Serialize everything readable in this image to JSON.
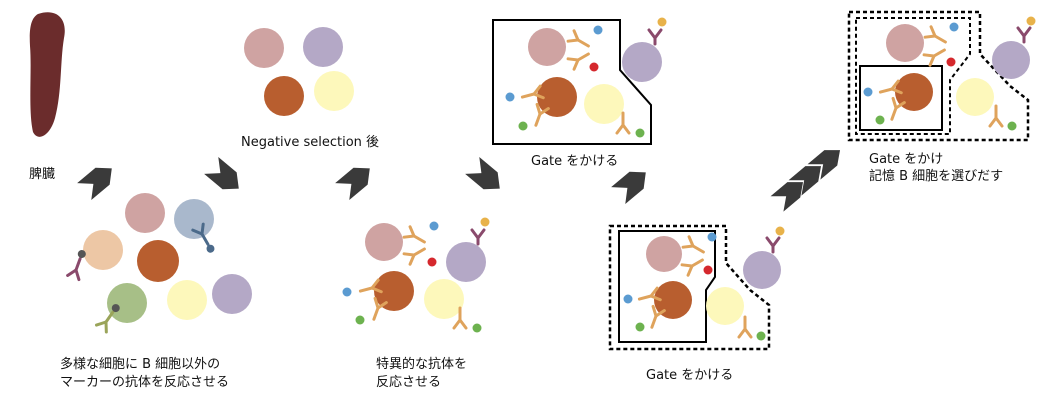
{
  "labels": {
    "spleen": "脾臓",
    "step1_line1": "多様な細胞に B 細胞以外の",
    "step1_line2": "マーカーの抗体を反応させる",
    "negative": "Negative selection 後",
    "step3_line1": "特異的な抗体を",
    "step3_line2": "反応させる",
    "gate1": "Gate をかける",
    "gate2": "Gate をかける",
    "gate3_line1": "Gate をかけ",
    "gate3_line2": "記憶 B 細胞を選びだす"
  },
  "colors": {
    "spleen": "#6b2c2c",
    "cell_pink": "#cfa3a2",
    "cell_orange": "#b85e2f",
    "cell_lavender": "#b4a8c6",
    "cell_yellow": "#fdf8bb",
    "cell_peach": "#edc7a5",
    "cell_blue": "#a9b8cc",
    "cell_green": "#a7bf87",
    "cell_mauve": "#bcaec9",
    "antibody_orange": "#dfa35c",
    "antibody_purple": "#8a4a6c",
    "antibody_blue": "#4b6a8a",
    "antibody_olive": "#9aa45a",
    "tip_blue": "#5b9bd1",
    "tip_red": "#d5282d",
    "tip_green": "#6db24f",
    "tip_gold": "#e8b24a",
    "tip_grey": "#555555",
    "tip_lightblue": "#7fa6cc",
    "arrow": "#3a3a3a",
    "gate_line": "#000000"
  }
}
